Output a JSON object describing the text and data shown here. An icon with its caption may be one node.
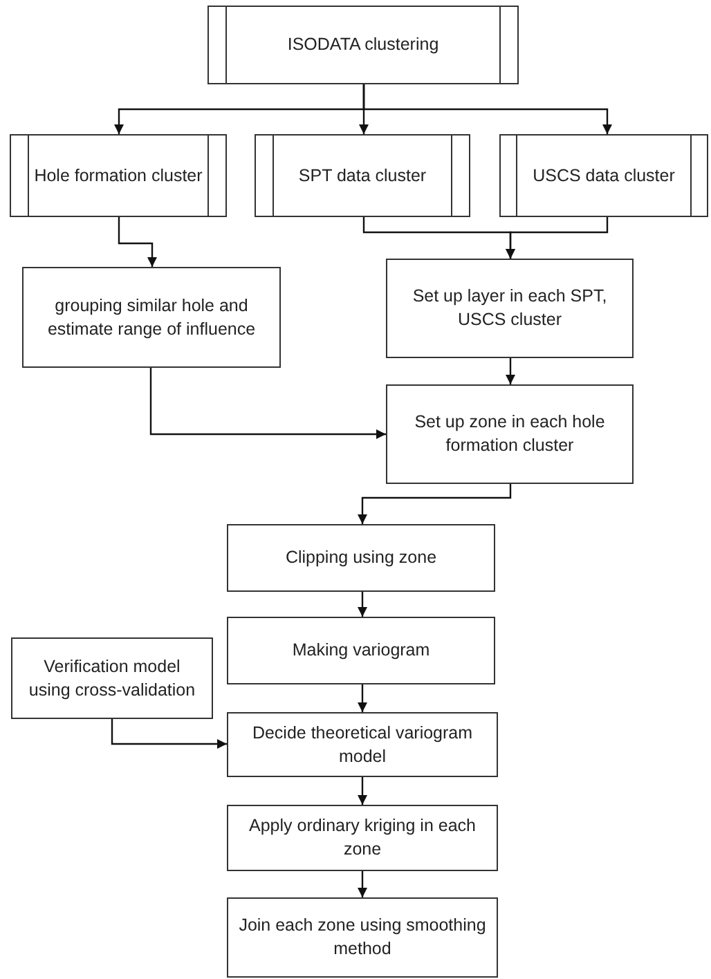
{
  "diagram": {
    "nodes": [
      {
        "text": [
          "ISODATA clustering"
        ]
      },
      {
        "text": [
          "Hole formation cluster"
        ]
      },
      {
        "text": [
          "SPT data cluster"
        ]
      },
      {
        "text": [
          "USCS data cluster"
        ]
      },
      {
        "text": [
          "grouping similar hole and estimate range of influence"
        ]
      },
      {
        "text": [
          "Set up layer in each SPT, USCS cluster"
        ]
      },
      {
        "text": [
          "Set up zone in each hole formation cluster"
        ]
      },
      {
        "text": [
          "Clipping using zone"
        ]
      },
      {
        "text": [
          "Making variogram"
        ]
      },
      {
        "text": [
          "Verification model using cross-validation"
        ]
      },
      {
        "text": [
          "Decide theoretical variogram model"
        ]
      },
      {
        "text": [
          "Apply ordinary kriging in each zone"
        ]
      },
      {
        "text": [
          "Join each zone using smoothing method"
        ]
      }
    ],
    "edges": [
      {
        "from": 0,
        "to": 1,
        "arrow": "to"
      },
      {
        "from": 0,
        "to": 2,
        "arrow": "to"
      },
      {
        "from": 0,
        "to": 3,
        "arrow": "to"
      },
      {
        "from": 1,
        "to": 4,
        "arrow": "to"
      },
      {
        "from": 2,
        "to": 5,
        "arrow": "to"
      },
      {
        "from": 3,
        "to": 5,
        "arrow": "to"
      },
      {
        "from": 4,
        "to": 6,
        "arrow": "to"
      },
      {
        "from": 5,
        "to": 6,
        "arrow": "to"
      },
      {
        "from": 6,
        "to": 7,
        "arrow": "to"
      },
      {
        "from": 7,
        "to": 8,
        "arrow": "to"
      },
      {
        "from": 8,
        "to": 10,
        "arrow": "to"
      },
      {
        "from": 9,
        "to": 10,
        "arrow": "to"
      },
      {
        "from": 10,
        "to": 11,
        "arrow": "to"
      },
      {
        "from": 11,
        "to": 12,
        "arrow": "to"
      }
    ]
  }
}
